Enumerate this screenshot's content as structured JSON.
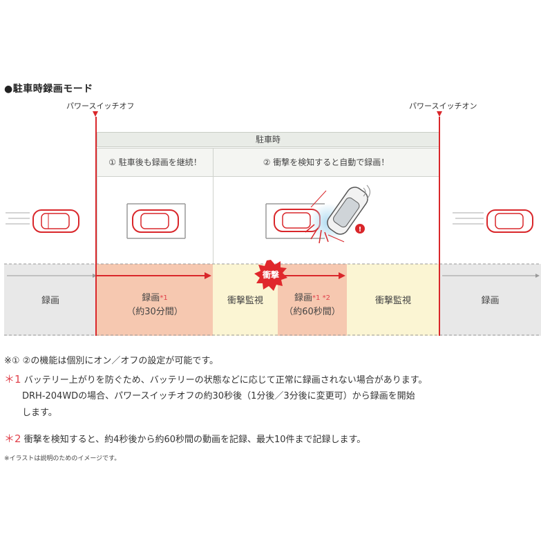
{
  "title": "●駐車時録画モード",
  "switch_off_label": "パワースイッチオフ",
  "switch_on_label": "パワースイッチオン",
  "parking_label": "駐車時",
  "phase1_label": "① 駐車後も録画を継続！",
  "phase2_label": "② 衝撃を検知すると自動で録画！",
  "impact_badge": "衝撃",
  "segments": {
    "rec_left": "録画",
    "rec1_line1": "録画",
    "rec1_star": "*1",
    "rec1_line2": "（約30分間）",
    "monitor1": "衝撃監視",
    "rec2_line1": "録画",
    "rec2_star": "*1 *2",
    "rec2_line2": "（約60秒間）",
    "monitor2": "衝撃監視",
    "rec_right": "録画"
  },
  "notes": {
    "general": "※① ②の機能は個別にオン／オフの設定が可能です。",
    "n1_mark": "＊1",
    "n1_line1": "バッテリー上がりを防ぐため、バッテリーの状態などに応じて正常に録画されない場合があります。",
    "n1_line2": "DRH-204WDの場合、パワースイッチオフの約30秒後（1分後／3分後に変更可）から録画を開始",
    "n1_line3": "します。",
    "n2_mark": "＊2",
    "n2_line1": "衝撃を検知すると、約4秒後から約60秒間の動画を記録、最大10件まで記録します。",
    "illustration": "※イラストは説明のためのイメージです。"
  },
  "colors": {
    "accent_red": "#d9262a",
    "rec_orange": "#f6c8b0",
    "monitor_yellow": "#fbf5d3",
    "road_gray": "#e8e8e8"
  }
}
